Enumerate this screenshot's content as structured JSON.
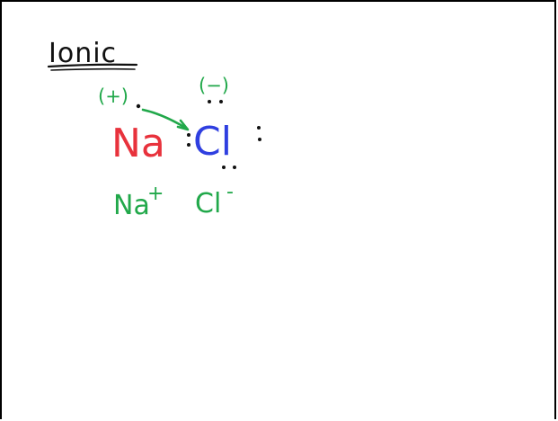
{
  "whiteboard": {
    "title": "Ionic",
    "charge_positive": "(+)",
    "charge_negative": "(−)",
    "element_sodium": "Na",
    "element_chlorine": "Cl",
    "ion_sodium_base": "Na",
    "ion_sodium_sign": "+",
    "ion_chloride_base": "Cl",
    "ion_chloride_sign": "-",
    "colors": {
      "ink_black": "#111111",
      "ink_green": "#21a84a",
      "ink_red": "#e8323c",
      "ink_blue": "#2f3fe0"
    }
  }
}
